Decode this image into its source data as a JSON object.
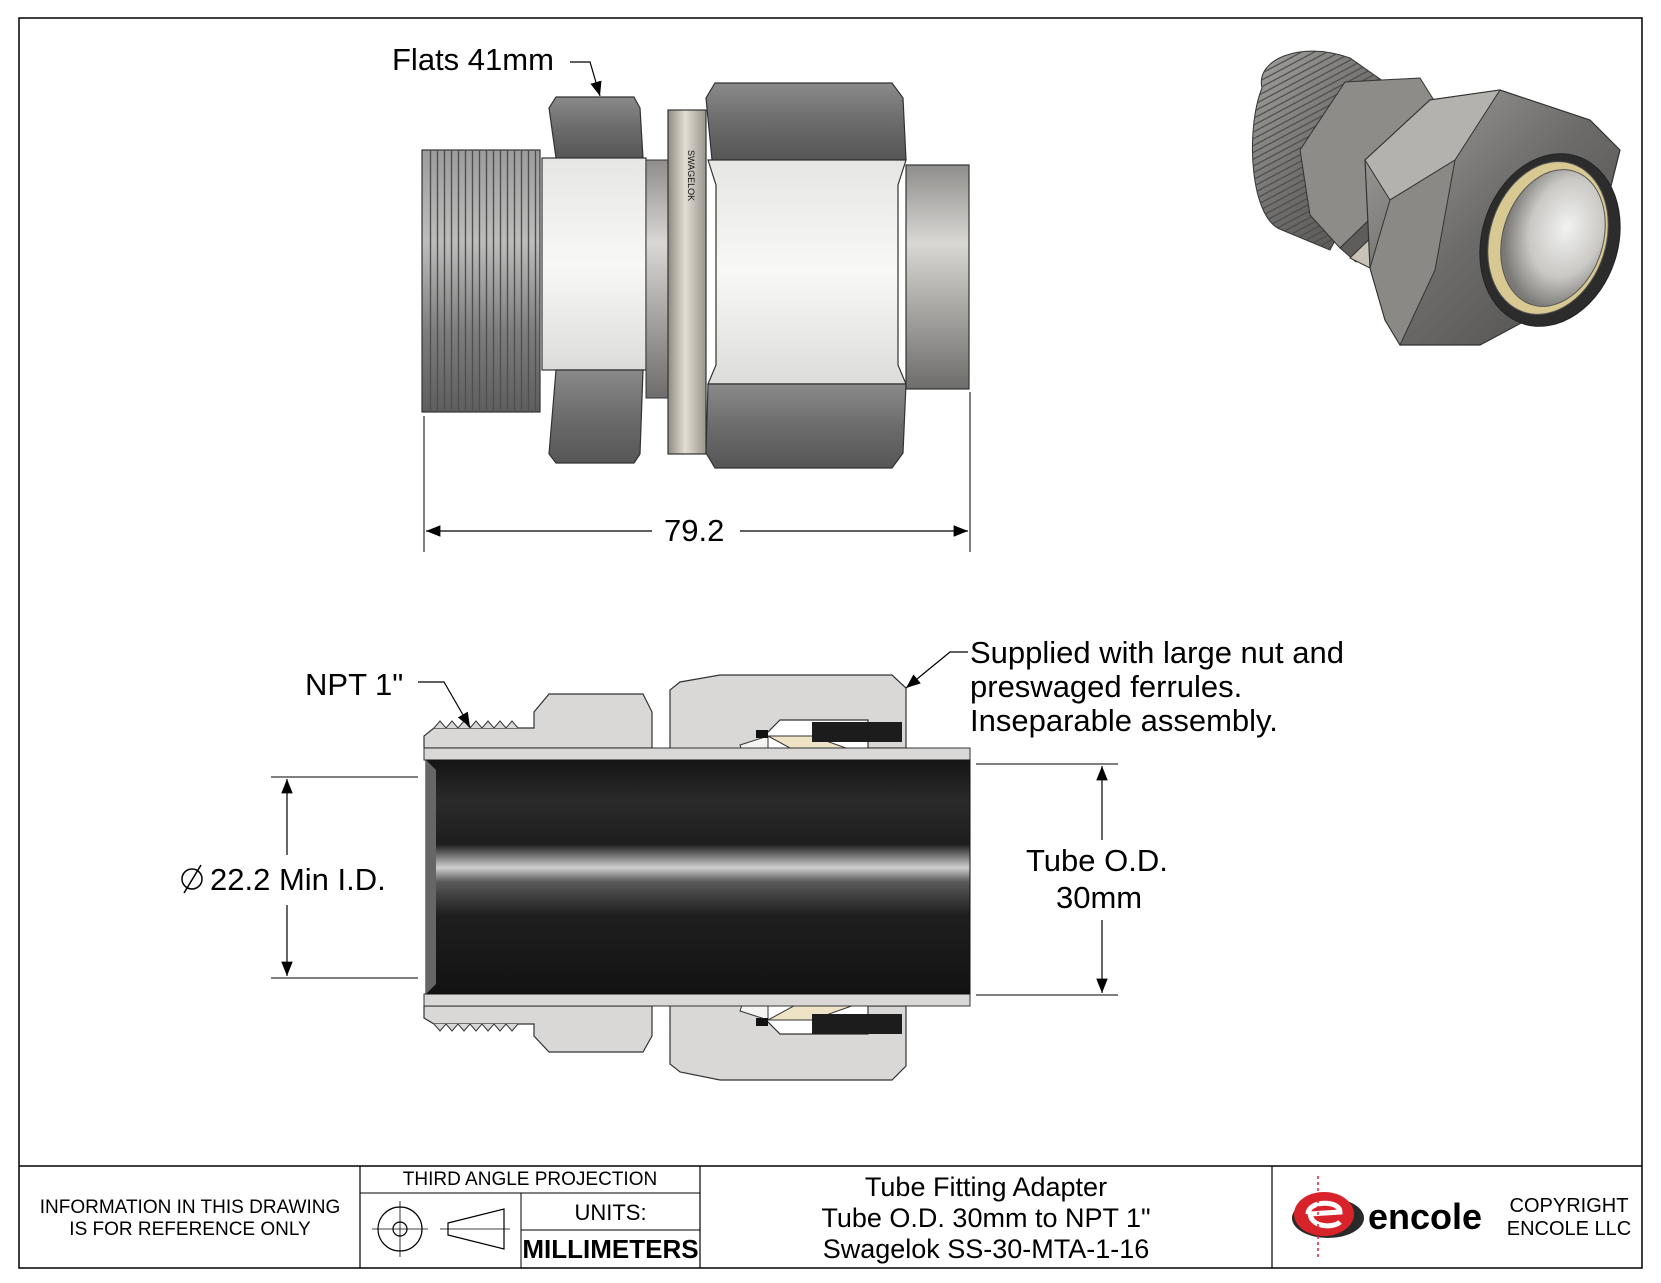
{
  "callouts": {
    "flats": "Flats 41mm",
    "length": "79.2",
    "npt": "NPT 1\"",
    "min_id": "22.2 Min I.D.",
    "tube_od_1": "Tube O.D.",
    "tube_od_2": "30mm",
    "supplied_1": "Supplied with large nut and",
    "supplied_2": "preswaged ferrules.",
    "supplied_3": "Inseparable assembly.",
    "body_stamp": "SWAGELOK"
  },
  "title_block": {
    "disclaimer_1": "INFORMATION IN THIS DRAWING",
    "disclaimer_2": "IS FOR REFERENCE ONLY",
    "projection": "THIRD ANGLE PROJECTION",
    "units_label": "UNITS:",
    "units_value": "MILLIMETERS",
    "title_1": "Tube Fitting Adapter",
    "title_2": "Tube O.D. 30mm to NPT 1\"",
    "title_3": "Swagelok SS-30-MTA-1-16",
    "brand": "encole",
    "copyright_1": "COPYRIGHT",
    "copyright_2": "ENCOLE  LLC"
  },
  "colors": {
    "hex_dark": "#6f6f6f",
    "steel_light": "#d8d8d6",
    "section_fill": "#d9d8d6",
    "tube_dark": "#1b1b1b",
    "ferrule": "#efe3c6",
    "logo_red": "#d8232a"
  },
  "icons": {
    "diameter": "diameter-symbol-icon",
    "projection": "third-angle-projection-icon",
    "logo": "encole-logo-icon"
  }
}
